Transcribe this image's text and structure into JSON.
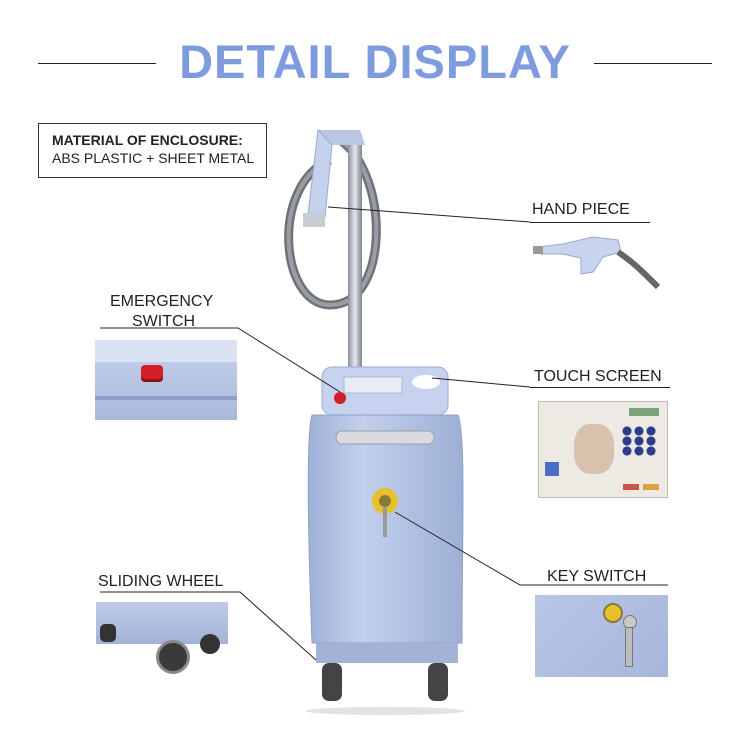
{
  "header": {
    "title": "DETAIL DISPLAY"
  },
  "material": {
    "heading": "MATERIAL OF ENCLOSURE:",
    "value": "ABS PLASTIC + SHEET METAL"
  },
  "callouts": {
    "hand_piece": "HAND PIECE",
    "emergency_line1": "EMERGENCY",
    "emergency_line2": "SWITCH",
    "touch_screen": "TOUCH SCREEN",
    "sliding_wheel": "SLIDING WHEEL",
    "key_switch": "KEY SWITCH"
  },
  "colors": {
    "title": "#7f9be0",
    "device_body": "#b4c3e2",
    "device_shadow": "#8fa0c6",
    "emergency_red": "#d21f26",
    "key_yellow": "#e7c12a"
  }
}
